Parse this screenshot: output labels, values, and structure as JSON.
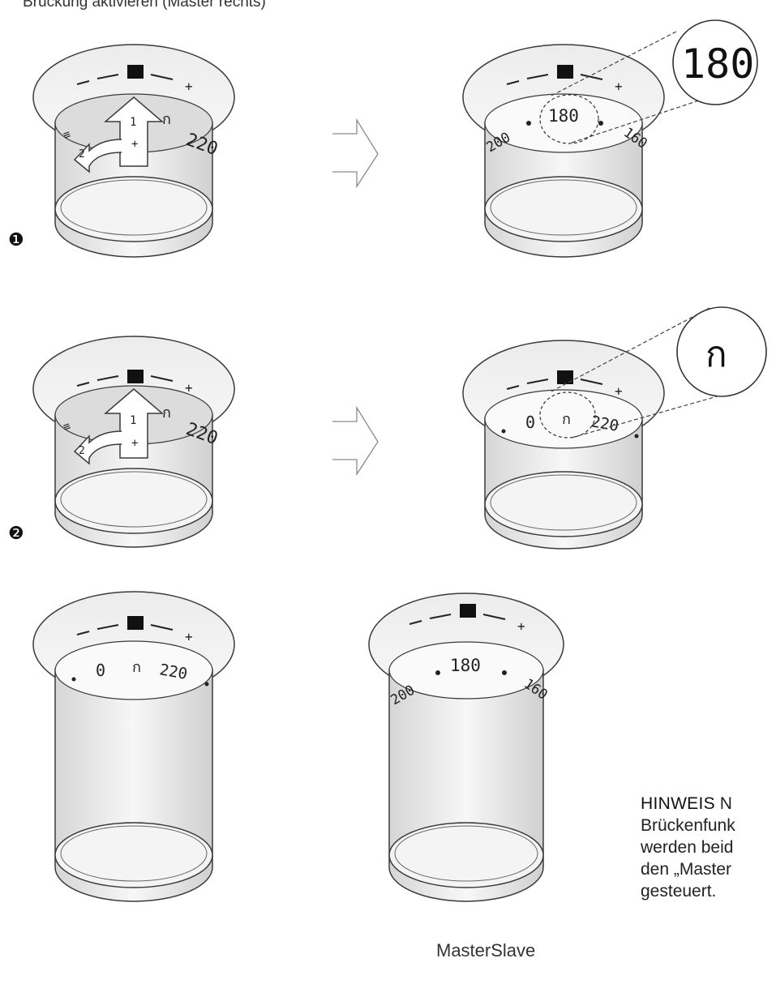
{
  "title": "Brückung aktivieren (Master rechts)",
  "steps": {
    "one": "❶",
    "two": "❷"
  },
  "knob_labels": {
    "minus": "—",
    "plus": "+",
    "arrow_1": "1",
    "arrow_2": "2",
    "arrow_plus": "+",
    "temp_220": "220",
    "temp_200": "200",
    "temp_180": "180",
    "temp_160": "160",
    "zero": "0",
    "bridge_symbol": "ก",
    "left_partial": "≡"
  },
  "zoom": {
    "top": "180",
    "middle": "ก"
  },
  "note": {
    "label": "HINWEIS",
    "line1": "N",
    "line2": "Brückenfunk",
    "line3": "werden beid",
    "line4": "den „Master",
    "line5": "gesteuert."
  },
  "caption": "MasterSlave",
  "colors": {
    "stroke": "#3a3a3a",
    "fill_light": "#f4f4f4",
    "fill_shade": "#dcdcdc",
    "indicator": "#111111"
  }
}
